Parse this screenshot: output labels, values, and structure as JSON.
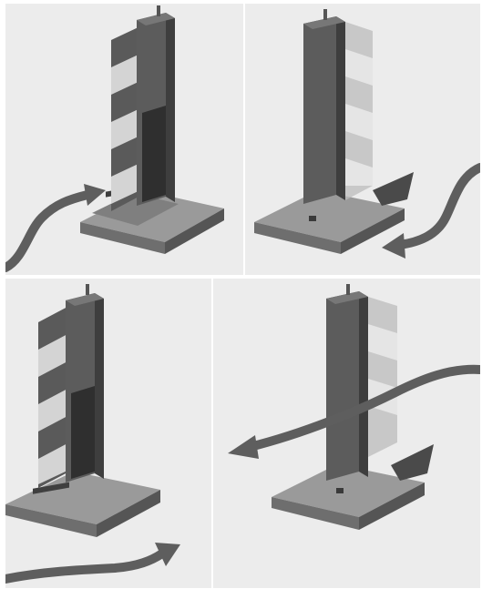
{
  "figure": {
    "panels": [
      {
        "id": "top-left",
        "stripes": "hazard-stripes-left",
        "arrow": "arrow-curving-up-right"
      },
      {
        "id": "top-right",
        "stripes": "hazard-stripes-right",
        "arrow": "arrow-curving-down-left"
      },
      {
        "id": "bottom-left",
        "stripes": "hazard-stripes-left",
        "arrow": "arrow-curving-up-right"
      },
      {
        "id": "bottom-right",
        "stripes": "hazard-stripes-right",
        "arrow": "arrow-pointing-left"
      }
    ],
    "colors": {
      "background": "#ececec",
      "post_dark": "#4a4a4a",
      "post_mid": "#6a6a6a",
      "stripe_dark": "#5a5a5a",
      "stripe_light": "#d8d8d8",
      "base": "#7a7a7a",
      "arrow": "#5e5e5e"
    }
  }
}
